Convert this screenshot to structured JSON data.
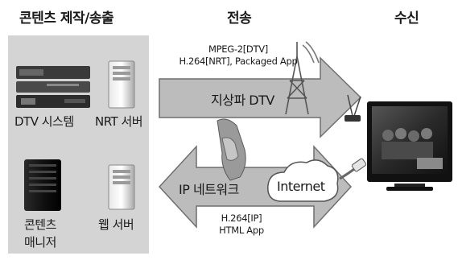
{
  "headers": {
    "production": "콘텐츠 제작/송출",
    "transmission": "전송",
    "reception": "수신"
  },
  "production_panel": {
    "dtv_system_label": "DTV 시스템",
    "nrt_server_label": "NRT 서버",
    "content_manager_label_line1": "콘텐츠",
    "content_manager_label_line2": "매니저",
    "web_server_label": "웹 서버"
  },
  "broadcast_path": {
    "formats_line1": "MPEG-2[DTV]",
    "formats_line2": "H.264[NRT], Packaged App",
    "label": "지상파 DTV"
  },
  "ip_path": {
    "label": "IP 네트워크",
    "cloud_label": "Internet",
    "formats_line1": "H.264[IP]",
    "formats_line2": "HTML App"
  },
  "colors": {
    "panel_bg": "#d4d4d4",
    "arrow_fill": "#bcbcbc",
    "arrow_stroke": "#6f6f6f",
    "text": "#1a1a1a"
  },
  "icons": {
    "dtv_system": "rack-equipment-icon",
    "nrt_server": "server-tower-icon",
    "content_manager": "black-server-tower-icon",
    "web_server": "server-tower-icon",
    "antenna": "broadcast-tower-icon",
    "set_top_antenna": "tv-antenna-icon",
    "handshake": "handshake-icon",
    "cloud": "internet-cloud-icon",
    "network_cable": "network-cable-icon",
    "tv": "television-icon"
  }
}
